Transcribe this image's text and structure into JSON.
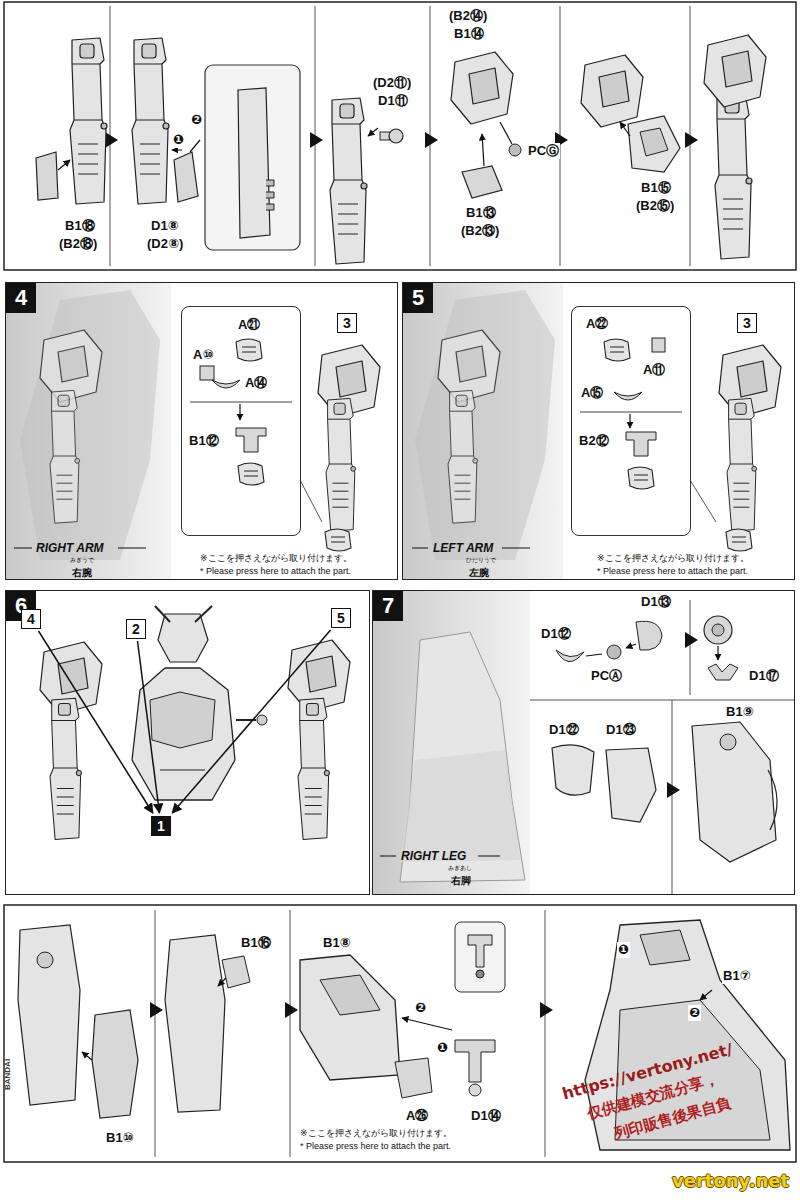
{
  "diagram": {
    "nodes": [
      {
        "text": [
          "4",
          "RIGHT ARM",
          "右腕"
        ]
      },
      {
        "text": [
          "A㉑",
          "A⑩",
          "A⑭",
          "B1⑫"
        ],
        "in": 0
      },
      {
        "text": [
          "3"
        ],
        "in": 0
      },
      {
        "text": [
          "5",
          "LEFT ARM",
          "左腕"
        ]
      },
      {
        "text": [
          "A㉒",
          "A⑪",
          "A⑮",
          "B2⑫"
        ],
        "in": 3
      },
      {
        "text": [
          "3"
        ],
        "in": 3
      },
      {
        "text": [
          "6"
        ]
      },
      {
        "text": [
          "2"
        ],
        "in": 6
      },
      {
        "text": [
          "4"
        ],
        "in": 6
      },
      {
        "text": [
          "1"
        ],
        "in": 6
      },
      {
        "text": [
          "5"
        ],
        "in": 6
      },
      {
        "text": [
          "7",
          "RIGHT LEG",
          "右脚"
        ]
      }
    ],
    "edges": [
      {
        "from": 8,
        "to": 9,
        "arrow": "to"
      },
      {
        "from": 7,
        "to": 9,
        "arrow": "to"
      },
      {
        "from": 10,
        "to": 9,
        "arrow": "to"
      }
    ],
    "labels": [
      "B1⑱",
      "(B2⑱)",
      "❷",
      "❶",
      "D1⑧",
      "(D2⑧)",
      "(D2⑪)",
      "D1⑪",
      "(B2⑭)",
      "B1⑭",
      "PCⒼ",
      "B1⑬",
      "(B2⑬)",
      "B1⑮",
      "(B2⑮)",
      "みぎうで",
      "※ここを押さえながら取り付けます。",
      "* Please press here to attach the part.",
      "ひだりうで",
      "※ここを押さえながら取り付けます。",
      "* Please press here to attach the part.",
      "みぎあし",
      "D1⑬",
      "D1⑫",
      "PCⒶ",
      "D1⑰",
      "D1㉒",
      "D1㉓",
      "B1⑨",
      "B1⑩",
      "B1⑯",
      "B1⑧",
      "❷",
      "❶",
      "A㉖",
      "D1⑭",
      "※ここを押さえながら取り付けます。",
      "* Please press here to attach the part.",
      "❶",
      "B1⑦",
      "❷",
      "https://vertony.net/",
      "仅供建模交流分享，",
      "列印販售後果自負",
      "vertony.net",
      "BANDAI"
    ]
  }
}
